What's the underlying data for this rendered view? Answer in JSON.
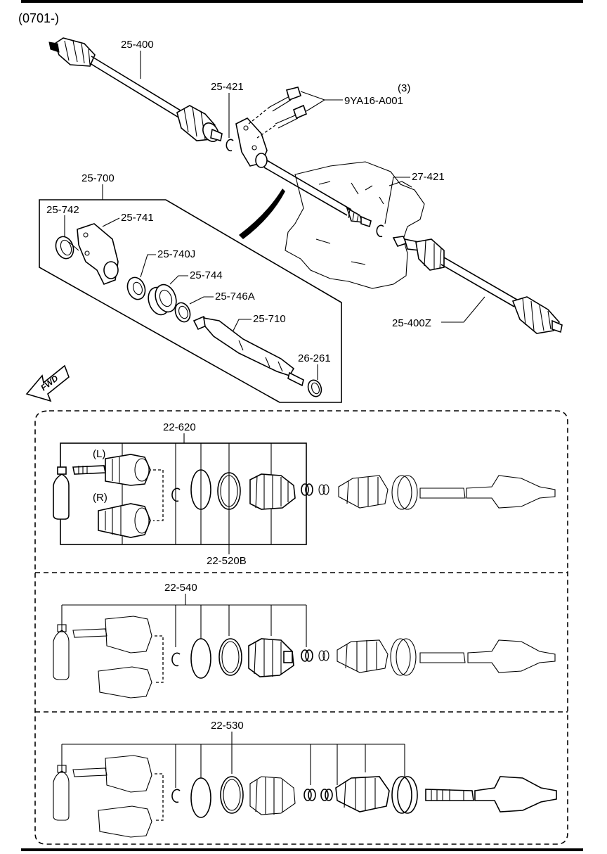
{
  "header": {
    "code": "(0701-)"
  },
  "labels": {
    "shaft_left": "25-400",
    "clip_421": "25-421",
    "bolt": "9YA16-A001",
    "bolt_qty": "(3)",
    "assembly_700": "25-700",
    "part_742": "25-742",
    "part_741": "25-741",
    "part_740j": "25-740J",
    "part_744": "25-744",
    "part_746a": "25-746A",
    "part_710": "25-710",
    "part_26261": "26-261",
    "clip_27421": "27-421",
    "shaft_right": "25-400Z",
    "fwd": "FWD"
  },
  "kits": {
    "kit1": {
      "label": "22-620",
      "sub_label": "22-520B",
      "left_tag": "(L)",
      "right_tag": "(R)"
    },
    "kit2": {
      "label": "22-540"
    },
    "kit3": {
      "label": "22-530"
    }
  }
}
